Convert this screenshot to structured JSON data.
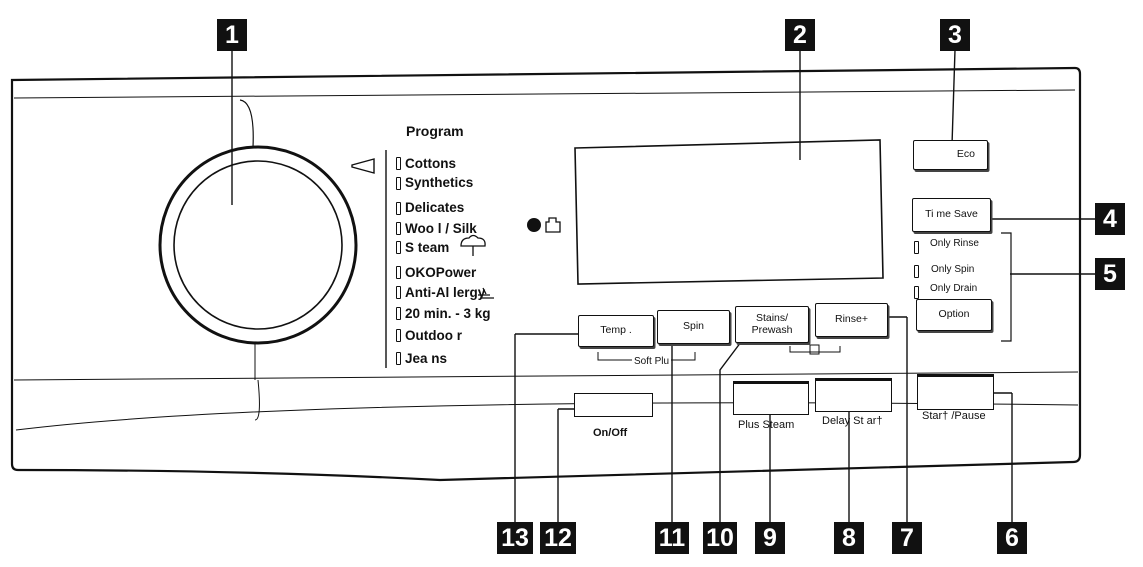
{
  "program_label": "Program",
  "programs": [
    "Cottons",
    "Synthetics",
    "Delicates",
    "Woo l  / Silk",
    "S team",
    "OKOPower",
    "Anti-Al lergy",
    "20 min. - 3 kg",
    "Outdoo r",
    "Jea ns"
  ],
  "buttons": {
    "eco": "Eco",
    "time_save": "Ti me Save",
    "only_rinse": "Only Rinse",
    "only_spin": "Only Spin",
    "only_drain": "Only Drain",
    "option": "Option",
    "temp": "Temp .",
    "spin": "Spin",
    "stains_line1": "Stains/",
    "stains_line2": "Prewash",
    "rinse_plus": "Rinse+",
    "soft_plus": "Soft Plu",
    "on_off": "On/Off",
    "plus_steam": "Plus Steam",
    "delay_start": "Delay St ar†",
    "start_pause": "Star† /Pause"
  },
  "callouts": [
    "1",
    "2",
    "3",
    "4",
    "5",
    "6",
    "7",
    "8",
    "9",
    "10",
    "11",
    "12",
    "13"
  ],
  "colors": {
    "ink": "#111111",
    "callout_bg": "#111111",
    "callout_text": "#ffffff"
  }
}
